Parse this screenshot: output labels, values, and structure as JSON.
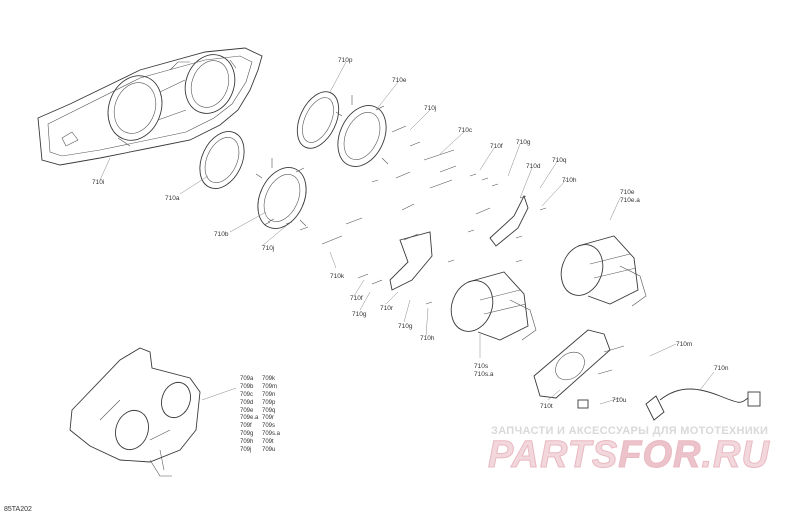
{
  "diagram_code": "85TA202",
  "callouts": {
    "c710i": "710i",
    "c710a": "710a",
    "c710b": "710b",
    "c710j_1": "710j",
    "c710p": "710p",
    "c710e_top": "710e",
    "c710j_2": "710j",
    "c710c": "710c",
    "c710f_1": "710f",
    "c710g_1": "710g",
    "c710d": "710d",
    "c710q": "710q",
    "c710h_1": "710h",
    "c710e_r1": "710e",
    "c710e_a1": "710e.a",
    "c710k": "710k",
    "c710f_2": "710f",
    "c710g_2": "710g",
    "c710r": "710r",
    "c710g_3": "710g",
    "c710h_2": "710h",
    "c710s": "710s",
    "c710s_a": "710s.a",
    "c710t": "710t",
    "c710m": "710m",
    "c710n": "710n",
    "c710u": "710u"
  },
  "legend": [
    [
      "709a",
      "709k"
    ],
    [
      "709b",
      "709m"
    ],
    [
      "709c",
      "709n"
    ],
    [
      "709d",
      "709p"
    ],
    [
      "709e",
      "709q"
    ],
    [
      "709e.a",
      "709r"
    ],
    [
      "709f",
      "709s"
    ],
    [
      "709g",
      "709s.a"
    ],
    [
      "709h",
      "709t"
    ],
    [
      "709j",
      "709u"
    ]
  ],
  "watermark": {
    "tagline": "ЗАПЧАСТИ И АКСЕССУАРЫ ДЛЯ МОТОТЕХНИКИ",
    "brand_a": "PARTS",
    "brand_b": "FOR",
    "brand_c": ".RU"
  }
}
